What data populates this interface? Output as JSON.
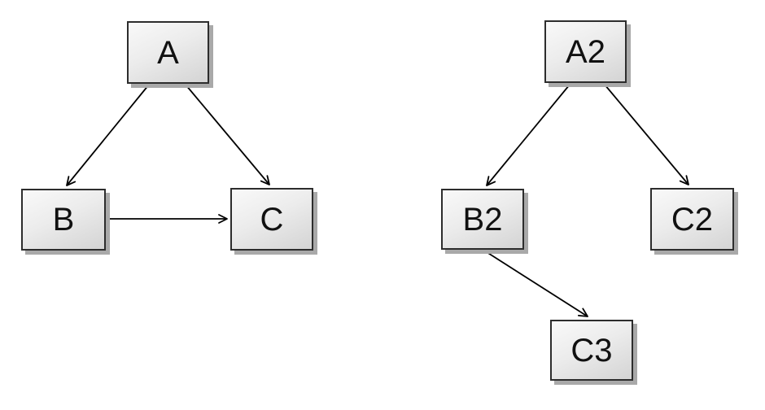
{
  "canvas": {
    "background": "#ffffff"
  },
  "style": {
    "node_fill_top": "#f9f9f9",
    "node_fill_bottom": "#d4d4d4",
    "node_border": "#2d2d2d",
    "node_shadow": "#a9a9a9",
    "edge_color": "#000000",
    "label_color": "#111111"
  },
  "graphs": [
    {
      "name": "left-graph",
      "nodes": [
        {
          "id": "A",
          "label": "A"
        },
        {
          "id": "B",
          "label": "B"
        },
        {
          "id": "C",
          "label": "C"
        }
      ],
      "edges": [
        {
          "from": "A",
          "to": "B"
        },
        {
          "from": "A",
          "to": "C"
        },
        {
          "from": "B",
          "to": "C"
        }
      ]
    },
    {
      "name": "right-graph",
      "nodes": [
        {
          "id": "A2",
          "label": "A2"
        },
        {
          "id": "B2",
          "label": "B2"
        },
        {
          "id": "C2",
          "label": "C2"
        },
        {
          "id": "C3",
          "label": "C3"
        }
      ],
      "edges": [
        {
          "from": "A2",
          "to": "B2"
        },
        {
          "from": "A2",
          "to": "C2"
        },
        {
          "from": "B2",
          "to": "C3"
        }
      ]
    }
  ]
}
